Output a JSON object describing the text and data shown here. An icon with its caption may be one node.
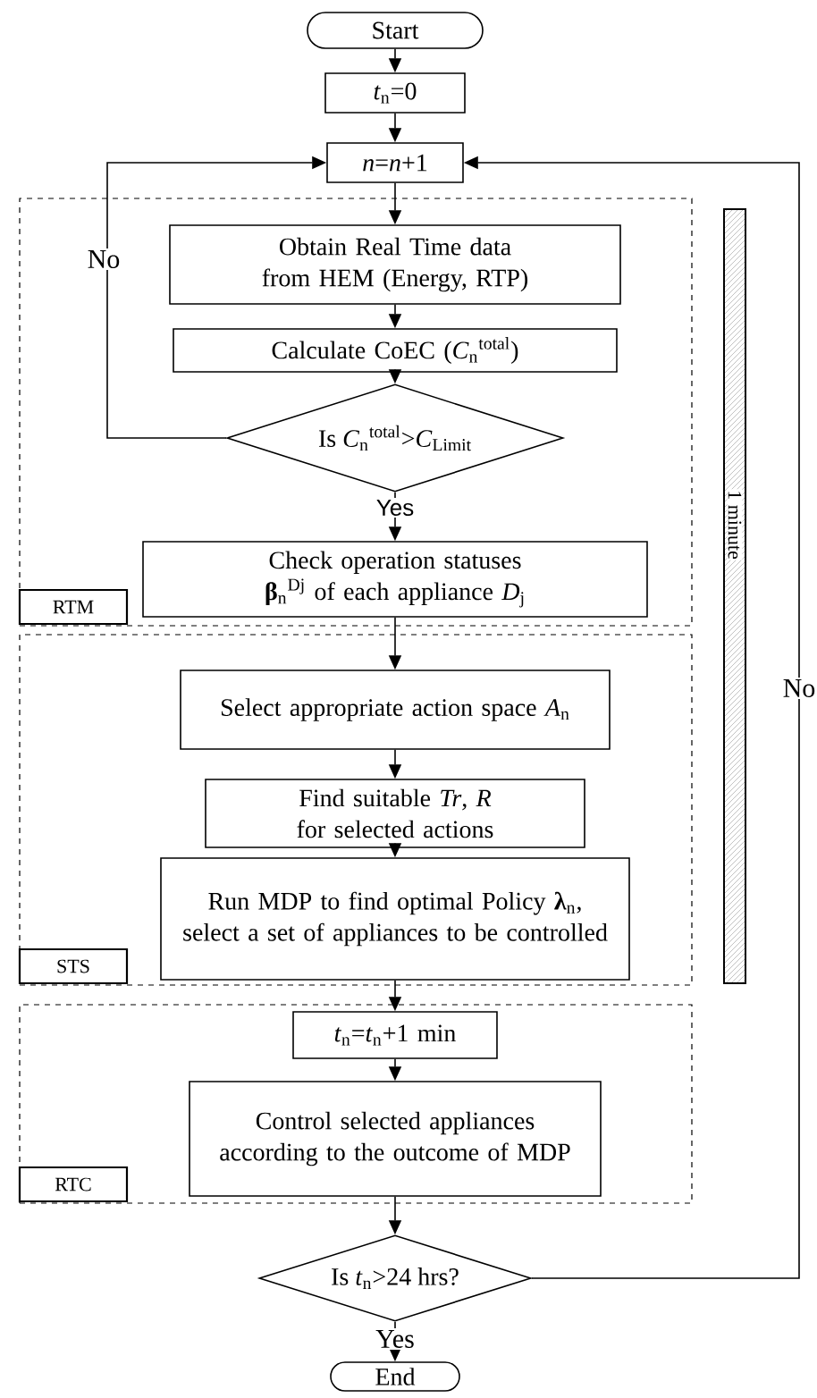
{
  "diagram": {
    "nodes": [
      {
        "text": [
          "Start"
        ]
      },
      {
        "text": [
          "*t*$_{n}$=0"
        ]
      },
      {
        "text": [
          "*n*=*n*+1"
        ]
      },
      {
        "text": [
          "RTM"
        ]
      },
      {
        "text": [
          "Obtain Real Time data from HEM (Energy, RTP)"
        ],
        "in": 3
      },
      {
        "text": [
          "Calculate CoEC (*C*$_{n}$$^{total}$)"
        ],
        "in": 3
      },
      {
        "text": [
          "Is *C*$_{n}$$^{total}$>*C*$_{Limit}$"
        ],
        "in": 3
      },
      {
        "text": [
          "Check operation statuses **β**$_{n}$$^{Dj}$ of each appliance *D*$_{j}$"
        ],
        "in": 3
      },
      {
        "text": [
          "STS"
        ]
      },
      {
        "text": [
          "Select appropriate action space *A*$_{n}$"
        ],
        "in": 8
      },
      {
        "text": [
          "Find suitable *Tr*, *R* for selected actions"
        ],
        "in": 8
      },
      {
        "text": [
          "Run MDP to find optimal Policy **λ**$_{n}$, select a set of appliances to be controlled"
        ],
        "in": 8
      },
      {
        "text": [
          "RTC"
        ]
      },
      {
        "text": [
          "*t*$_{n}$=*t*$_{n}$+1 min"
        ],
        "in": 12
      },
      {
        "text": [
          "Control selected appliances according to the outcome of MDP"
        ],
        "in": 12
      },
      {
        "text": [
          "Is *t*$_{n}$>24 hrs?"
        ]
      },
      {
        "text": [
          "End"
        ]
      },
      {
        "text": [
          "1 minute"
        ]
      }
    ],
    "edges": [
      {
        "from": 0,
        "to": 1,
        "arrow": "to"
      },
      {
        "from": 1,
        "to": 2,
        "arrow": "to"
      },
      {
        "from": 2,
        "to": 4,
        "arrow": "to"
      },
      {
        "from": 4,
        "to": 5,
        "arrow": "to"
      },
      {
        "from": 5,
        "to": 6,
        "arrow": "to"
      },
      {
        "from": 6,
        "to": 7,
        "arrow": "to",
        "label": "Yes"
      },
      {
        "from": 6,
        "to": 2,
        "arrow": "to",
        "label": "No"
      },
      {
        "from": 7,
        "to": 9,
        "arrow": "to"
      },
      {
        "from": 9,
        "to": 10,
        "arrow": "to"
      },
      {
        "from": 10,
        "to": 11,
        "arrow": "to"
      },
      {
        "from": 11,
        "to": 13,
        "arrow": "to"
      },
      {
        "from": 13,
        "to": 14,
        "arrow": "to"
      },
      {
        "from": 14,
        "to": 15,
        "arrow": "to"
      },
      {
        "from": 15,
        "to": 16,
        "arrow": "to",
        "label": "Yes"
      },
      {
        "from": 15,
        "to": 2,
        "arrow": "to",
        "label": "No"
      }
    ]
  }
}
